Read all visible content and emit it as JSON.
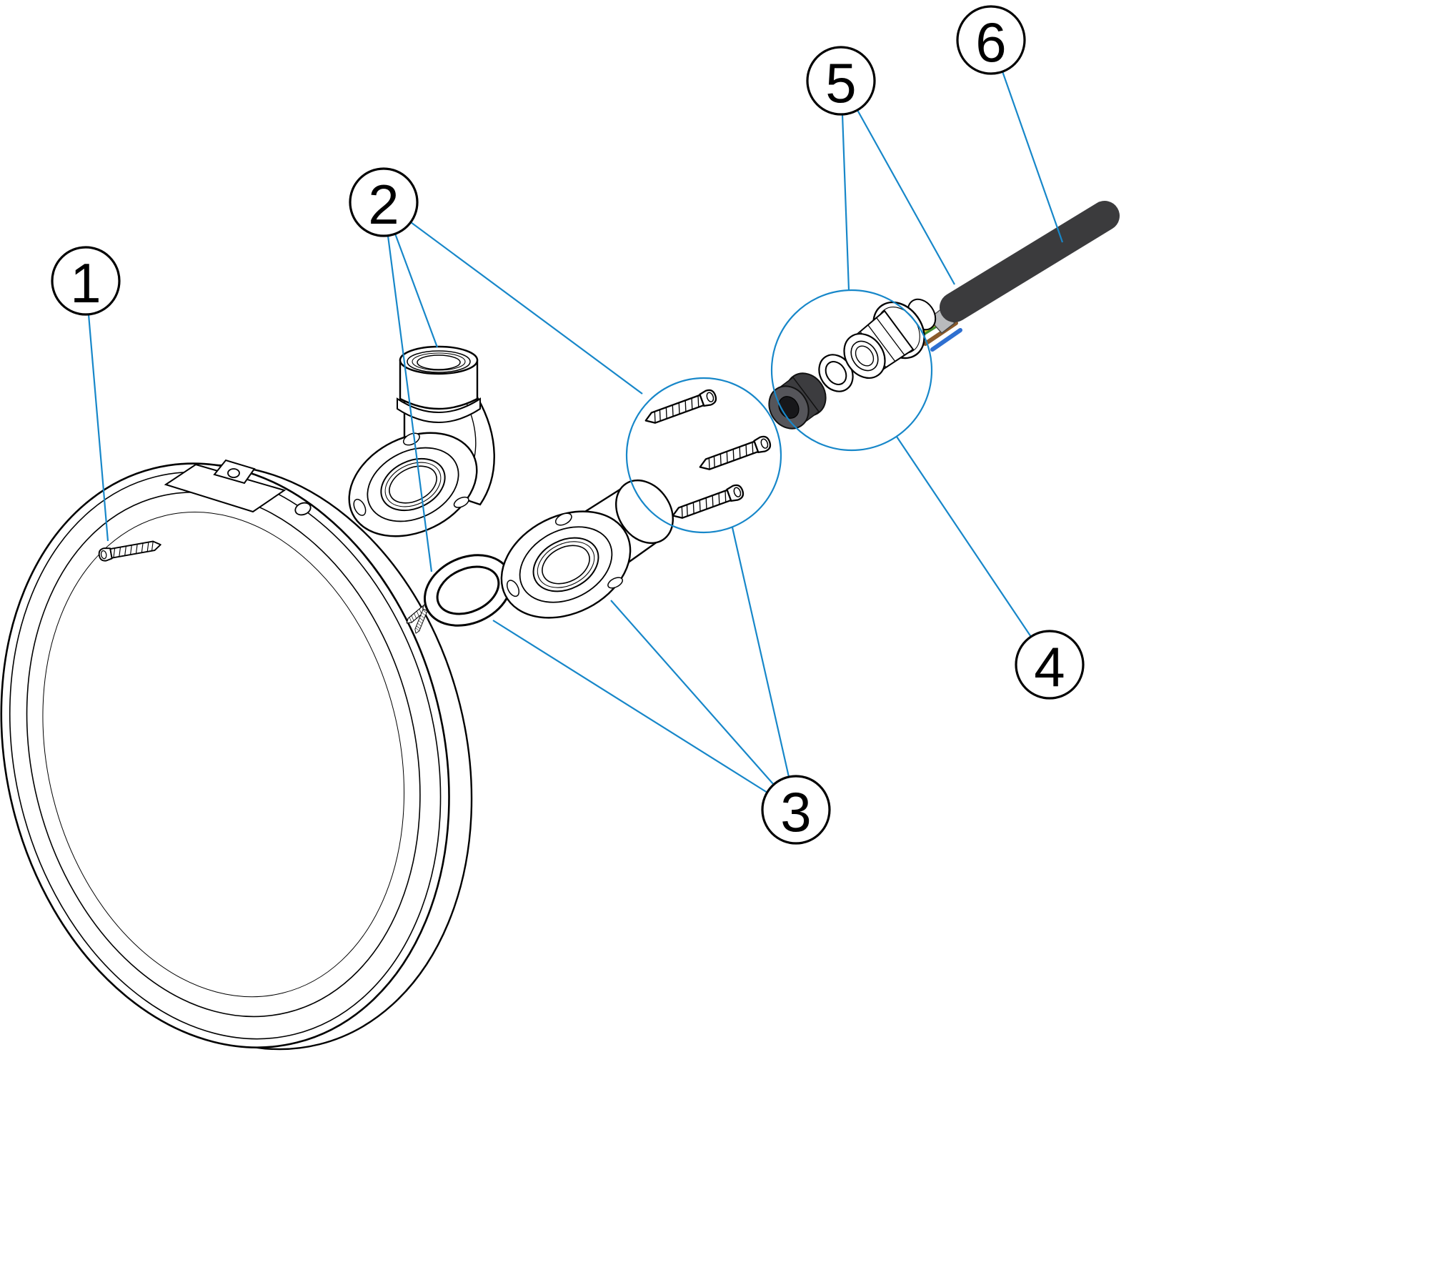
{
  "diagram": {
    "kind": "exploded-parts-diagram",
    "background": "#ffffff",
    "line_color": "#000000",
    "accent_color": "#1787c9",
    "callouts": [
      {
        "number": "1",
        "target": "fixing-screw"
      },
      {
        "number": "2",
        "target": "elbow-union-fitting"
      },
      {
        "number": "3",
        "target": "flange-oring-and-screws"
      },
      {
        "number": "4",
        "target": "cable-gland-assembly"
      },
      {
        "number": "5",
        "target": "gland-seal-washer-nut"
      },
      {
        "number": "6",
        "target": "power-cable"
      }
    ],
    "cable": {
      "sheath_color": "#3b3b3d",
      "ferrule_color": "#b9bbbd",
      "wire_colors": {
        "green": "#3e8e2e",
        "yellow": "#d9c32e",
        "brown": "#8a5a2b",
        "blue": "#2e6fd0"
      }
    },
    "grommet": {
      "body_color": "#3c3c3f",
      "face_color": "#55555a",
      "hole_color": "#17171a"
    }
  }
}
